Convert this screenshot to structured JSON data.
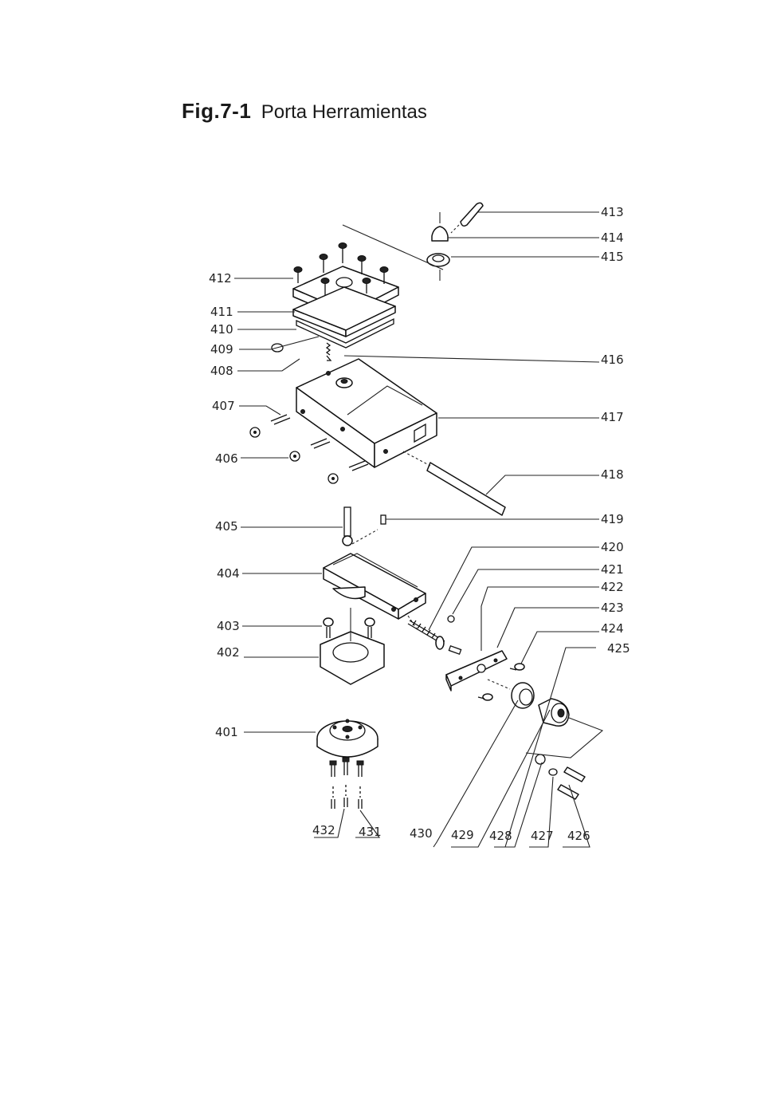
{
  "figure": {
    "number": "Fig.7-1",
    "title": "Porta Herramientas"
  },
  "callouts": [
    {
      "id": "401",
      "text": "401"
    },
    {
      "id": "402",
      "text": "402"
    },
    {
      "id": "403",
      "text": "403"
    },
    {
      "id": "404",
      "text": "404"
    },
    {
      "id": "405",
      "text": "405"
    },
    {
      "id": "406",
      "text": "406"
    },
    {
      "id": "407",
      "text": "407"
    },
    {
      "id": "408",
      "text": "408"
    },
    {
      "id": "409",
      "text": "409"
    },
    {
      "id": "410",
      "text": "410"
    },
    {
      "id": "411",
      "text": "411"
    },
    {
      "id": "412",
      "text": "412"
    },
    {
      "id": "413",
      "text": "413"
    },
    {
      "id": "414",
      "text": "414"
    },
    {
      "id": "415",
      "text": "415"
    },
    {
      "id": "416",
      "text": "416"
    },
    {
      "id": "417",
      "text": "417"
    },
    {
      "id": "418",
      "text": "418"
    },
    {
      "id": "419",
      "text": "419"
    },
    {
      "id": "420",
      "text": "420"
    },
    {
      "id": "421",
      "text": "421"
    },
    {
      "id": "422",
      "text": "422"
    },
    {
      "id": "423",
      "text": "423"
    },
    {
      "id": "424",
      "text": "424"
    },
    {
      "id": "425",
      "text": "425"
    },
    {
      "id": "426",
      "text": "426"
    },
    {
      "id": "427",
      "text": "427"
    },
    {
      "id": "428",
      "text": "428"
    },
    {
      "id": "429",
      "text": "429"
    },
    {
      "id": "430",
      "text": "430"
    },
    {
      "id": "431",
      "text": "431"
    },
    {
      "id": "432",
      "text": "432"
    }
  ]
}
